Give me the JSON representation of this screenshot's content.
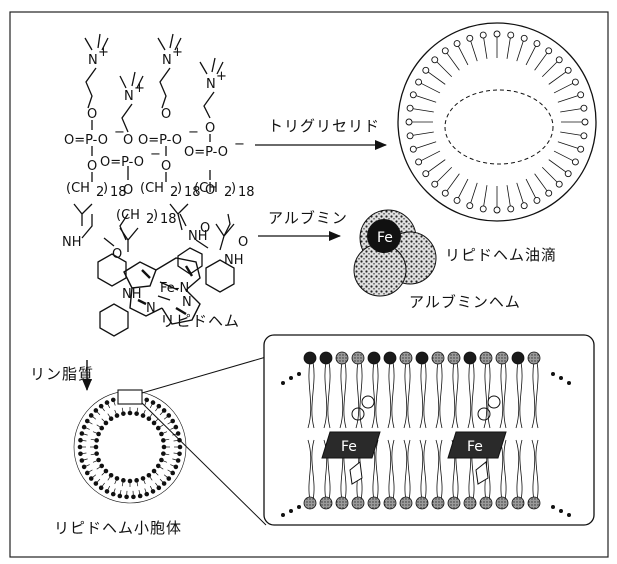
{
  "labels": {
    "triglyceride": "トリグリセリド",
    "albumin": "アルブミン",
    "lipid_heme_droplet": "リピドヘム油滴",
    "albumin_heme": "アルブミンヘム",
    "lipid_heme": "リピドヘム",
    "phospholipid": "リン脂質",
    "lipid_heme_vesicle": "リピドヘム小胞体"
  },
  "chem": {
    "ammonium": "N",
    "plus": "+",
    "phosphate_left": "O=P-O",
    "phosphate_right": "O=P-O",
    "minus": "−",
    "oxygen": "O",
    "ch2": "(CH",
    "sub2": "2",
    "close": ")",
    "n18": "18",
    "nh": "NH",
    "fe_n": "Fe-N",
    "fe": "Fe",
    "n": "N"
  },
  "colors": {
    "ink": "#111111",
    "dark_head": "#1a1a1a",
    "gray_head": "#8a8a8a",
    "albumin_fill": "#d8d8d8"
  },
  "icons": [
    "arrow-right-icon",
    "arrow-down-icon"
  ]
}
